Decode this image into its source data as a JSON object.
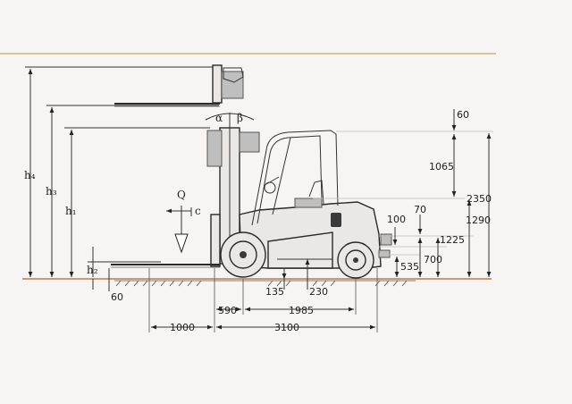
{
  "labels": {
    "h4": "h₄",
    "h3": "h₃",
    "h1": "h₁",
    "h2": "h₂",
    "alpha": "α",
    "beta": "β",
    "q": "Q",
    "c": "c"
  },
  "dimensions": {
    "d_60_top": "60",
    "d_1065": "1065",
    "d_2350": "2350",
    "d_1290": "1290",
    "d_70": "70",
    "d_100": "100",
    "d_1225": "1225",
    "d_700": "700",
    "d_535": "535",
    "d_60_bottom": "60",
    "d_135": "135",
    "d_230": "230",
    "d_590": "590",
    "d_1985": "1985",
    "d_1000": "1000",
    "d_3100": "3100"
  },
  "colors": {
    "top_rule": "#c9b77a",
    "ground": "#b5651d",
    "olive": "#a0924a"
  }
}
